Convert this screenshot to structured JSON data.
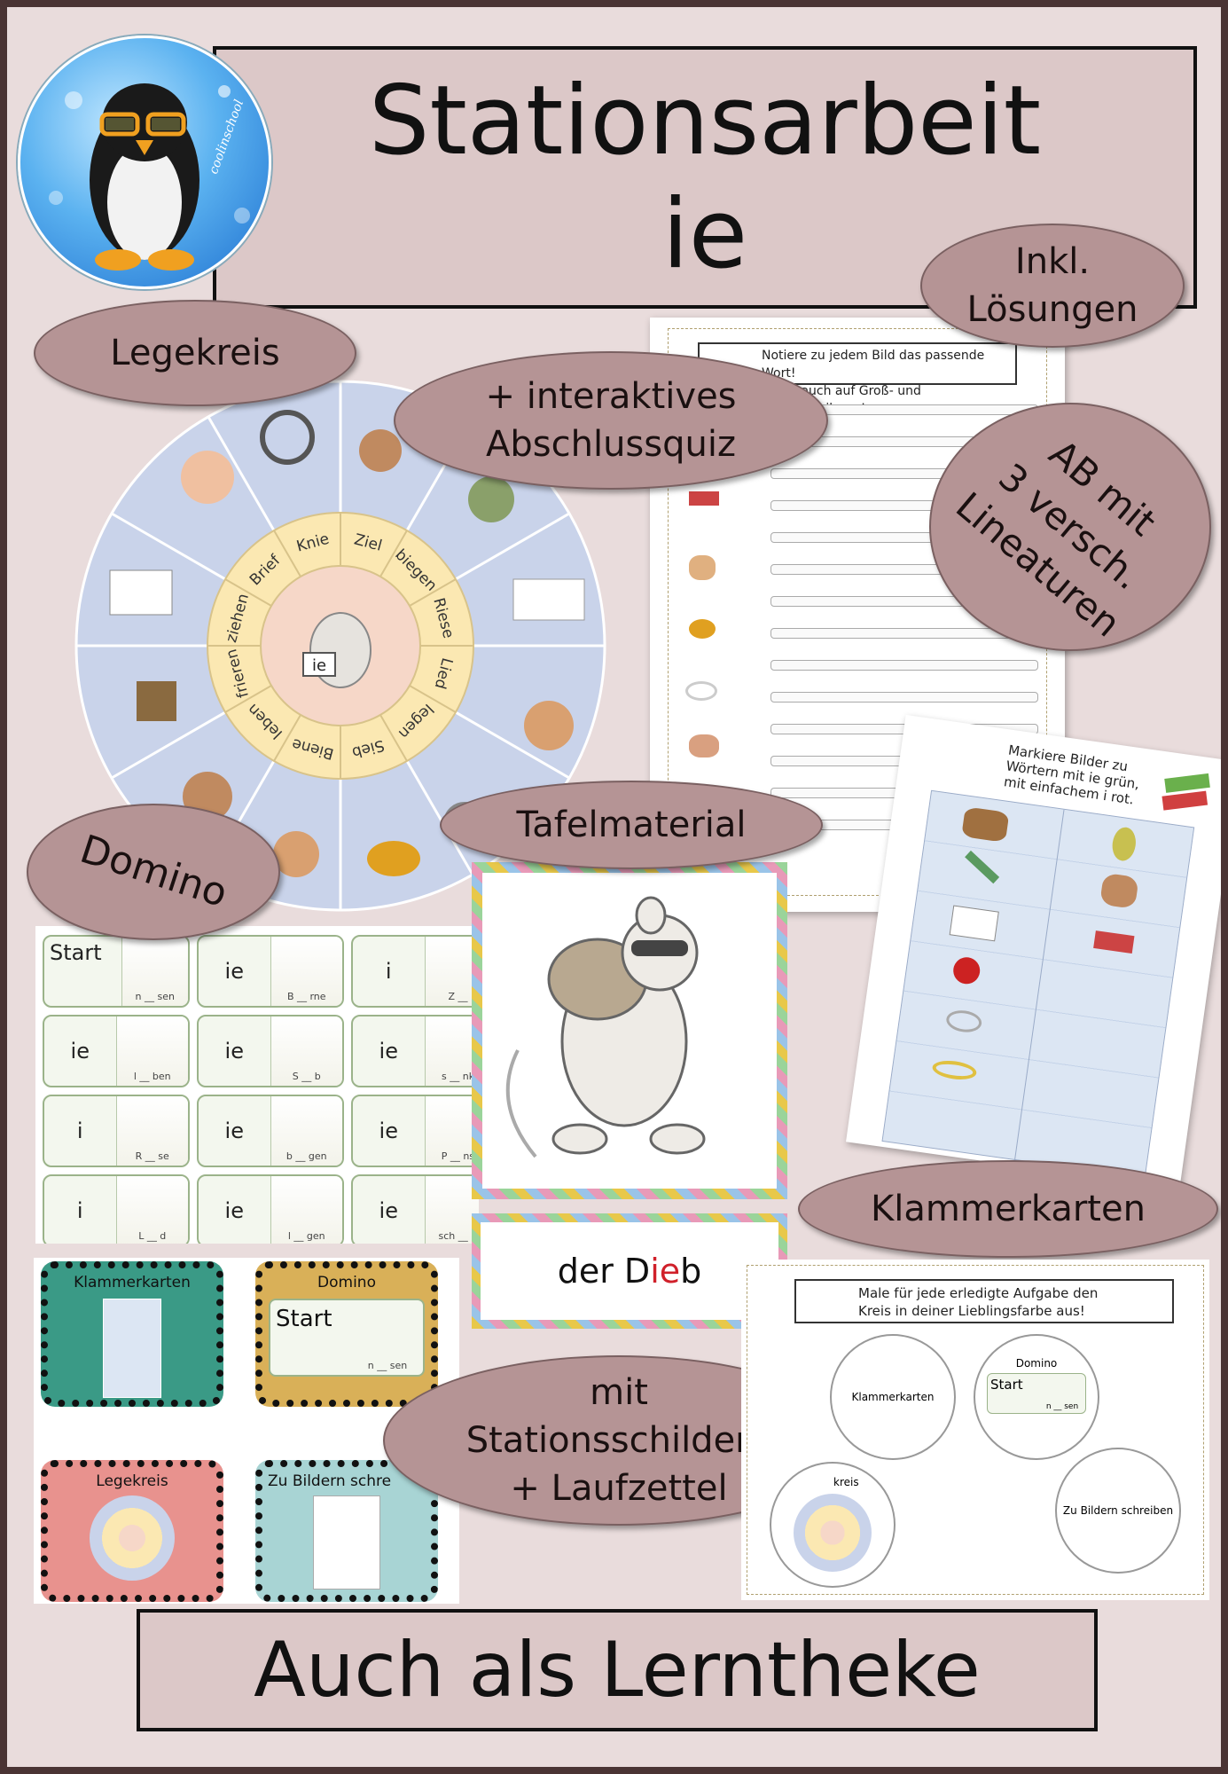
{
  "title": {
    "line1": "Stationsarbeit",
    "line2": "ie"
  },
  "logo": {
    "text": "coolinschool"
  },
  "ovals": {
    "legekreis": "Legekreis",
    "quiz_line1": "+ interaktives",
    "quiz_line2": "Abschlussquiz",
    "loesungen_line1": "Inkl.",
    "loesungen_line2": "Lösungen",
    "ab_line1": "AB mit",
    "ab_line2": "3 versch.",
    "ab_line3": "Lineaturen",
    "domino": "Domino",
    "tafelmaterial": "Tafelmaterial",
    "klammerkarten": "Klammerkarten",
    "schilder_line1": "mit",
    "schilder_line2": "Stationsschildern",
    "schilder_line3": "+ Laufzettel"
  },
  "worksheet": {
    "instruction_line1": "Notiere zu jedem Bild das passende Wort!",
    "instruction_line2": "Achte auch auf Groß- und Kleinschreibung!"
  },
  "wheel": {
    "center_label": "ie",
    "words": [
      "Ziel",
      "biegen",
      "Riese",
      "Lied",
      "legen",
      "Sieb",
      "Biene",
      "leben",
      "frieren",
      "ziehen",
      "Brief",
      "Knie"
    ]
  },
  "domino": {
    "start": "Start",
    "tiles": [
      {
        "left": "",
        "hint": "n __ sen"
      },
      {
        "left": "ie",
        "hint": "B __ rne"
      },
      {
        "left": "i",
        "hint": "Z __ l"
      },
      {
        "left": "ie",
        "hint": "l __ ben"
      },
      {
        "left": "ie",
        "hint": "S __ b"
      },
      {
        "left": "ie",
        "hint": "s __ nke"
      },
      {
        "left": "i",
        "hint": "R __ se"
      },
      {
        "left": "ie",
        "hint": "b __ gen"
      },
      {
        "left": "ie",
        "hint": "P __ nse"
      },
      {
        "left": "i",
        "hint": "L __ d"
      },
      {
        "left": "ie",
        "hint": "l __ gen"
      },
      {
        "left": "ie",
        "hint": "sch __ be"
      }
    ]
  },
  "tafel": {
    "word_prefix": "der D",
    "word_highlight": "ie",
    "word_suffix": "b"
  },
  "klammer_sheet": {
    "instruction_line1": "Markiere Bilder zu",
    "instruction_line2": "Wörtern mit ie grün,",
    "instruction_line3": "mit einfachem i rot."
  },
  "station_signs": {
    "klammerkarten": "Klammerkarten",
    "domino": "Domino",
    "domino_start": "Start",
    "domino_hint": "n __ sen",
    "legekreis": "Legekreis",
    "bilder": "Zu Bildern schre"
  },
  "laufzettel": {
    "instruction_line1": "Male für jede erledigte Aufgabe den",
    "instruction_line2": "Kreis in deiner Lieblingsfarbe aus!",
    "c1": "Klammerkarten",
    "c2_title": "Domino",
    "c2_start": "Start",
    "c2_hint": "n __ sen",
    "c3": "kreis",
    "c4": "Zu Bildern schreiben"
  },
  "bottom": {
    "text": "Auch als Lerntheke"
  },
  "colors": {
    "frame": "#4a3434",
    "background": "#e9dcdc",
    "oval": "#b59495",
    "title_box": "#dcc8c8",
    "highlight": "#d0202a"
  }
}
